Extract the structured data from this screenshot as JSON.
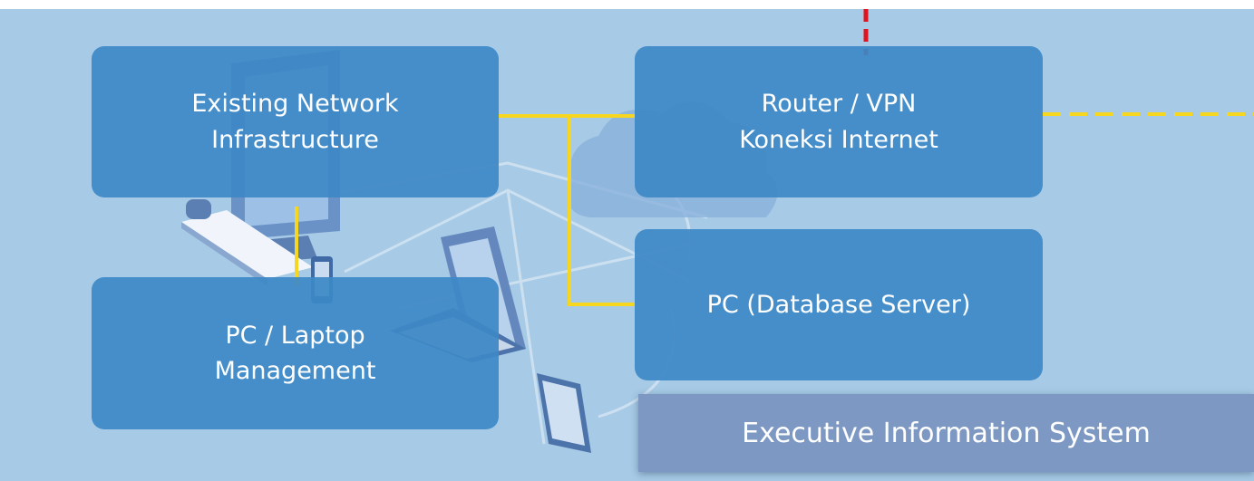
{
  "nodes": {
    "existing_network": {
      "line1": "Existing Network",
      "line2": "Infrastructure"
    },
    "router_vpn": {
      "line1": "Router / VPN",
      "line2": "Koneksi Internet"
    },
    "pc_laptop": {
      "line1": "PC / Laptop",
      "line2": "Management"
    },
    "database_server": {
      "line1": "PC (Database Server)"
    }
  },
  "banner": {
    "label": "Executive Information System"
  },
  "colors": {
    "background": "#a7cbe6",
    "node_fill": "#3d89c6",
    "connector": "#f6d61e",
    "external_link": "#e0141e",
    "banner_fill": "#7d98c2"
  }
}
